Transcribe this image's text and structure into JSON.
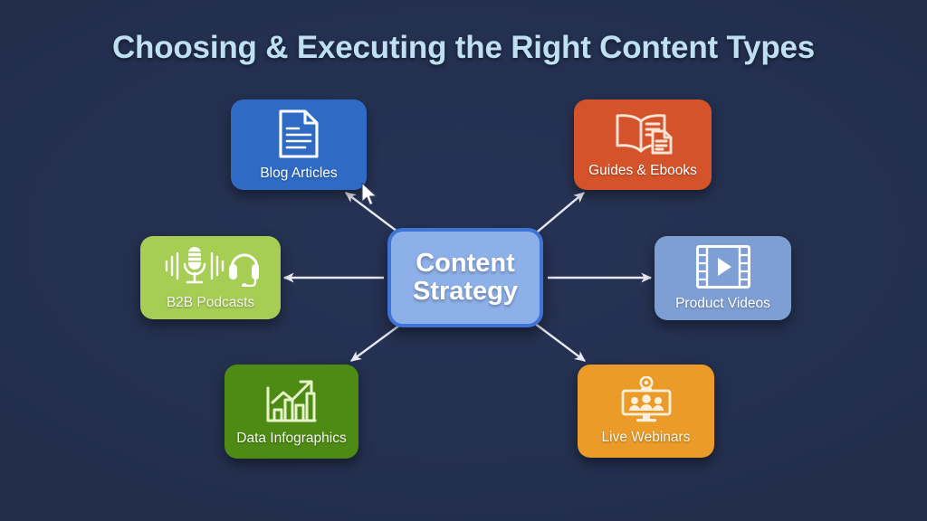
{
  "page": {
    "title": "Choosing & Executing the Right Content Types",
    "background_color": "#222e4c",
    "title_color": "#bfe0f2"
  },
  "diagram": {
    "type": "hub-and-spoke",
    "center": {
      "name": "content-strategy",
      "line1": "Content",
      "line2": "Strategy",
      "fill_color": "#8db0e8",
      "border_color": "#3d74d6"
    },
    "nodes": [
      {
        "name": "blog-articles",
        "label": "Blog Articles",
        "icon": "document-icon",
        "fill_color": "#2f6bc4",
        "position": "top-left"
      },
      {
        "name": "guides-ebooks",
        "label": "Guides & Ebooks",
        "icon": "open-book-icon",
        "fill_color": "#d4532a",
        "position": "top-right"
      },
      {
        "name": "b2b-podcasts",
        "label": "B2B Podcasts",
        "icon": "microphone-headset-icon",
        "fill_color": "#a6ce55",
        "position": "middle-left"
      },
      {
        "name": "product-videos",
        "label": "Product Videos",
        "icon": "film-play-icon",
        "fill_color": "#7e9fd4",
        "position": "middle-right"
      },
      {
        "name": "data-infographics",
        "label": "Data Infographics",
        "icon": "bar-chart-arrow-icon",
        "fill_color": "#4d8b14",
        "position": "bottom-left"
      },
      {
        "name": "live-webinars",
        "label": "Live Webinars",
        "icon": "webinar-monitor-icon",
        "fill_color": "#eb9b27",
        "position": "bottom-right"
      }
    ],
    "connectors": {
      "color": "#e8eaf2",
      "direction": "outward-from-center",
      "count": 6
    }
  }
}
